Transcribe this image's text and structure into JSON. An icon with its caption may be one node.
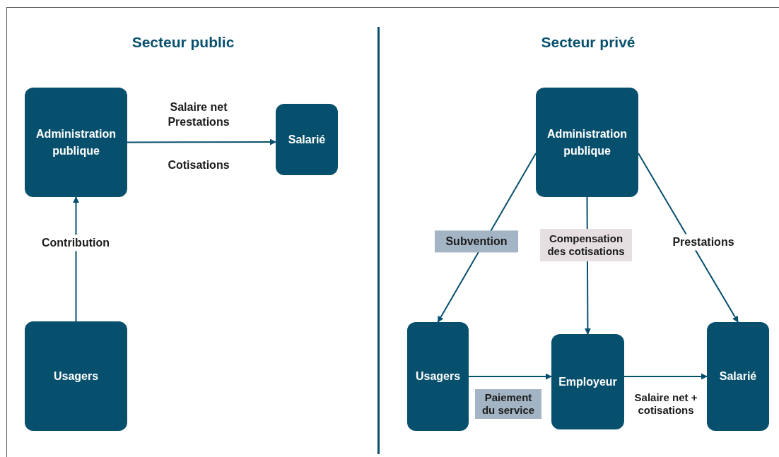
{
  "diagram": {
    "nodes": [
      {
        "text": [
          "Administration publique"
        ]
      },
      {
        "text": [
          "Salarié"
        ]
      },
      {
        "text": [
          "Usagers"
        ]
      },
      {
        "text": [
          "Administration publique"
        ]
      },
      {
        "text": [
          "Usagers"
        ]
      },
      {
        "text": [
          "Employeur"
        ]
      },
      {
        "text": [
          "Salarié"
        ]
      }
    ],
    "edges": [
      {
        "from": 0,
        "to": 1,
        "arrow": "to"
      },
      {
        "from": 2,
        "to": 0,
        "arrow": "to",
        "label": "Contribution"
      },
      {
        "from": 3,
        "to": 4,
        "arrow": "to",
        "label": "Subvention"
      },
      {
        "from": 3,
        "to": 5,
        "arrow": "to",
        "label": "Compensation des cotisations"
      },
      {
        "from": 3,
        "to": 6,
        "arrow": "to",
        "label": "Prestations"
      },
      {
        "from": 4,
        "to": 5,
        "arrow": "to",
        "label": "Paiement du service"
      },
      {
        "from": 5,
        "to": 6,
        "arrow": "to",
        "label": "Salaire net + cotisations"
      }
    ],
    "labels": [
      "Secteur public",
      "Secteur privé",
      "Salaire net Prestations",
      "Cotisations"
    ]
  }
}
